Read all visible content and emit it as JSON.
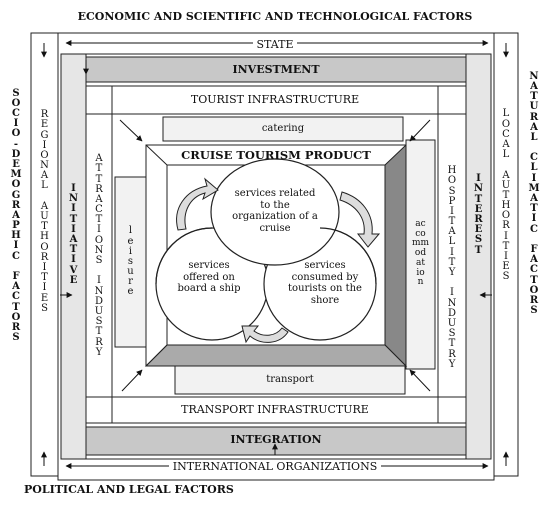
{
  "outer": {
    "top": "ECONOMIC AND SCIENTIFIC AND TECHNOLOGICAL FACTORS",
    "bottom": "POLITICAL AND LEGAL FACTORS",
    "left": "SOCIO-DEMOGRAPHIC FACTORS",
    "right": "NATURAL CLIMATIC FACTORS"
  },
  "frame": {
    "state": "STATE",
    "international": "INTERNATIONAL ORGANIZATIONS",
    "regional": "REGIONAL AUTHORITIES",
    "local": "LOCAL AUTHORITIES"
  },
  "bands": {
    "investment": "INVESTMENT",
    "integration": "INTEGRATION",
    "initiative": "INITIATIVE",
    "interest": "INTEREST"
  },
  "industries": {
    "tourist_infrastructure": "TOURIST INFRASTRUCTURE",
    "transport_infrastructure": "TRANSPORT INFRASTRUCTURE",
    "attractions": "ATTRACTIONS INDUSTRY",
    "hospitality": "HOSPITALITY INDUSTRY",
    "catering": "catering",
    "transport": "transport",
    "leisure": "leisure",
    "accommodation": "accommodation"
  },
  "product": {
    "title": "CRUISE TOURISM PRODUCT",
    "circle_top": "services related to the organization of a cruise",
    "circle_left": "services offered on board a ship",
    "circle_right": "services consumed by tourists on the shore"
  }
}
